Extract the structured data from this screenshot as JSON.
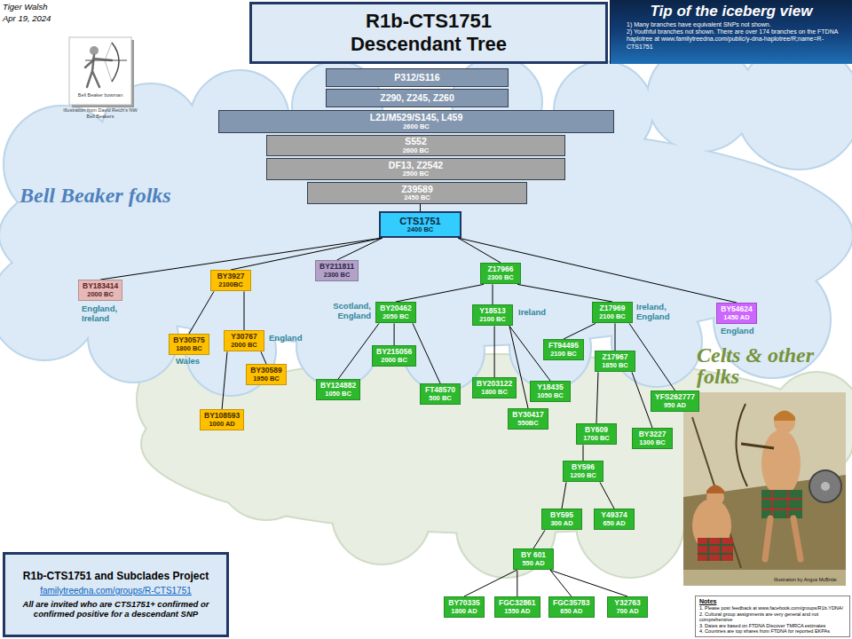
{
  "diagram": {
    "title": "R1b-CTS1751 Descendant Tree",
    "nodes": [
      {
        "text": [
          "Tip of the iceberg view",
          "1) Many branches have equivalent SNPs not shown.",
          "2) Youthful branches not shown. There are over 174 branches on the FTDNA haplotree at www.familytreedna.com/public/y-dna-haplotree/R;name=R-CTS1751"
        ]
      },
      {
        "text": [
          "P312/S116"
        ]
      },
      {
        "text": [
          "Z290, Z245, Z260"
        ]
      },
      {
        "text": [
          "L21/M529/S145, L459",
          "2600 BC"
        ]
      },
      {
        "text": [
          "S552",
          "2600 BC"
        ]
      },
      {
        "text": [
          "DF13, Z2542",
          "2500 BC"
        ]
      },
      {
        "text": [
          "Z39589",
          "2450 BC"
        ]
      },
      {
        "text": [
          "CTS1751",
          "2400 BC"
        ]
      },
      {
        "text": [
          "BY183414",
          "2000 BC"
        ]
      },
      {
        "text": [
          "BY3927",
          "2100BC"
        ]
      },
      {
        "text": [
          "BY211811",
          "2300 BC"
        ]
      },
      {
        "text": [
          "Z17966",
          "2300 BC"
        ]
      },
      {
        "text": [
          "BY54624",
          "1450 AD"
        ]
      },
      {
        "text": [
          "BY20462",
          "2050 BC"
        ]
      },
      {
        "text": [
          "Y18513",
          "2100 BC"
        ]
      },
      {
        "text": [
          "Z17969",
          "2100 BC"
        ]
      },
      {
        "text": [
          "BY30575",
          "1800 BC"
        ]
      },
      {
        "text": [
          "Y30767",
          "2000 BC"
        ]
      },
      {
        "text": [
          "FT94495",
          "2100 BC"
        ]
      },
      {
        "text": [
          "BY215056",
          "2000 BC"
        ]
      },
      {
        "text": [
          "BY30589",
          "1950 BC"
        ]
      },
      {
        "text": [
          "Z17967",
          "1850 BC"
        ]
      },
      {
        "text": [
          "BY124882",
          "1050 BC"
        ]
      },
      {
        "text": [
          "BY203122",
          "1800 BC"
        ]
      },
      {
        "text": [
          "FT48570",
          "500 BC"
        ]
      },
      {
        "text": [
          "Y18435",
          "1050 BC"
        ]
      },
      {
        "text": [
          "YFS262777",
          "950 AD"
        ]
      },
      {
        "text": [
          "BY30417",
          "550BC"
        ]
      },
      {
        "text": [
          "BY609",
          "1700 BC"
        ]
      },
      {
        "text": [
          "BY3227",
          "1300 BC"
        ]
      },
      {
        "text": [
          "BY108593",
          "1000 AD"
        ]
      },
      {
        "text": [
          "BY596",
          "1200 BC"
        ]
      },
      {
        "text": [
          "BY595",
          "300 AD"
        ]
      },
      {
        "text": [
          "Y49374",
          "650 AD"
        ]
      },
      {
        "text": [
          "BY 601",
          "550 AD"
        ]
      },
      {
        "text": [
          "BY70335",
          "1800 AD"
        ]
      },
      {
        "text": [
          "FGC32861",
          "1550 AD"
        ]
      },
      {
        "text": [
          "FGC35783",
          "650 AD"
        ]
      },
      {
        "text": [
          "Y32763",
          "700 AD"
        ]
      },
      {
        "text": [
          "R1b-CTS1751 and Subclades Project",
          "familytreedna.com/groups/R-CTS1751",
          "All are invited who are CTS1751+ confirmed or confirmed positive for a descendant SNP"
        ]
      },
      {
        "text": [
          "Notes",
          "1. Please post feedback at www.facebook.com/groups/R1b.YDNA/",
          "2. Cultural group assignments are very general and not comprehensive",
          "3. Dates are based on FTDNA Discover TMRCA estimates",
          "4. Countries are top shares from FTDNA for reported EKPAs"
        ]
      }
    ],
    "edges": [
      {
        "from": 6,
        "to": 7,
        "arrow": "none"
      },
      {
        "from": 7,
        "to": 8,
        "arrow": "none"
      },
      {
        "from": 7,
        "to": 9,
        "arrow": "none"
      },
      {
        "from": 7,
        "to": 10,
        "arrow": "none"
      },
      {
        "from": 7,
        "to": 11,
        "arrow": "none"
      },
      {
        "from": 7,
        "to": 12,
        "arrow": "none"
      },
      {
        "from": 9,
        "to": 16,
        "arrow": "none"
      },
      {
        "from": 9,
        "to": 17,
        "arrow": "none"
      },
      {
        "from": 17,
        "to": 20,
        "arrow": "none"
      },
      {
        "from": 17,
        "to": 30,
        "arrow": "none"
      },
      {
        "from": 11,
        "to": 13,
        "arrow": "none"
      },
      {
        "from": 11,
        "to": 14,
        "arrow": "none"
      },
      {
        "from": 11,
        "to": 15,
        "arrow": "none"
      },
      {
        "from": 13,
        "to": 19,
        "arrow": "none"
      },
      {
        "from": 13,
        "to": 22,
        "arrow": "none"
      },
      {
        "from": 13,
        "to": 24,
        "arrow": "none"
      },
      {
        "from": 14,
        "to": 23,
        "arrow": "none"
      },
      {
        "from": 14,
        "to": 25,
        "arrow": "none"
      },
      {
        "from": 14,
        "to": 27,
        "arrow": "none"
      },
      {
        "from": 15,
        "to": 18,
        "arrow": "none"
      },
      {
        "from": 15,
        "to": 21,
        "arrow": "none"
      },
      {
        "from": 15,
        "to": 26,
        "arrow": "none"
      },
      {
        "from": 21,
        "to": 28,
        "arrow": "none"
      },
      {
        "from": 21,
        "to": 29,
        "arrow": "none"
      },
      {
        "from": 28,
        "to": 31,
        "arrow": "none"
      },
      {
        "from": 31,
        "to": 32,
        "arrow": "none"
      },
      {
        "from": 31,
        "to": 33,
        "arrow": "none"
      },
      {
        "from": 32,
        "to": 34,
        "arrow": "none"
      },
      {
        "from": 34,
        "to": 35,
        "arrow": "none"
      },
      {
        "from": 34,
        "to": 36,
        "arrow": "none"
      },
      {
        "from": 34,
        "to": 37,
        "arrow": "none"
      },
      {
        "from": 34,
        "to": 38,
        "arrow": "none"
      }
    ],
    "labels": [
      "Tiger Walsh",
      "Apr 19, 2024",
      "Bell Beaker bowman",
      "Illustration from David Reich's NW Bell Beakers",
      "Bell Beaker folks",
      "England, Ireland",
      "Wales",
      "England",
      "Scotland, England",
      "Ireland",
      "Ireland, England",
      "England",
      "Celts & other folks",
      "Illustration by Angus McBride"
    ]
  }
}
